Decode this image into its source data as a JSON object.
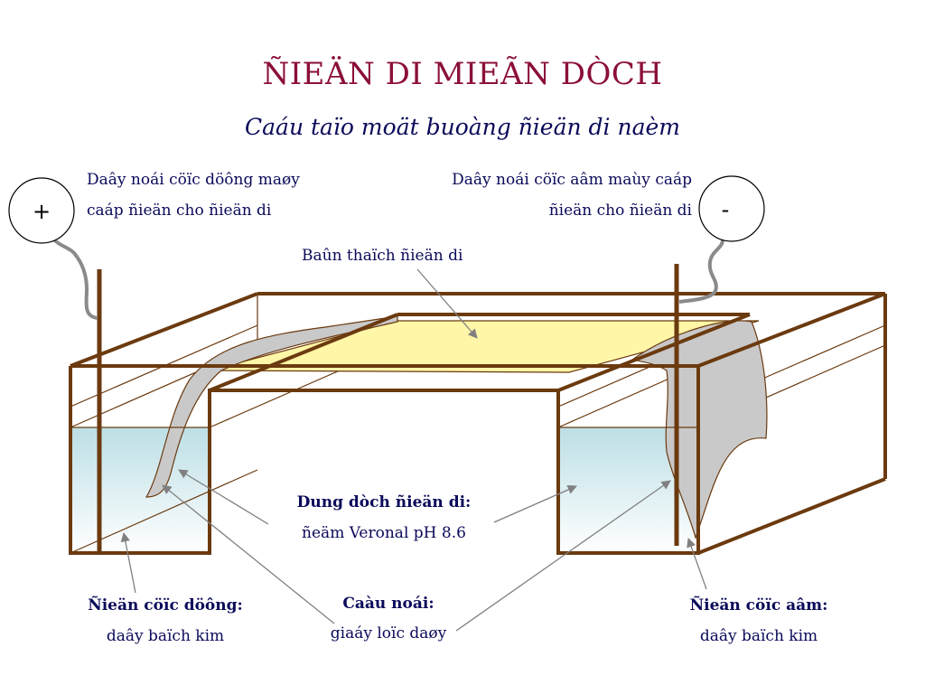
{
  "title": "ÑIEÄN DI MIEÃN DÒCH",
  "subtitle": "Caáu taïo moät buoàng ñieän di naèm",
  "positive_terminal": {
    "sign": "+"
  },
  "negative_terminal": {
    "sign": "-"
  },
  "labels": {
    "positive_wire": {
      "line1": "Daây noái cöïc döông maøy",
      "line2": "caáp ñieän cho ñieän di"
    },
    "negative_wire": {
      "line1": "Daây noái cöïc aâm maùy caáp",
      "line2": "ñieän cho ñieän di"
    },
    "plate": "Baûn thaïch ñieän di",
    "buffer": {
      "line1": "Dung dòch ñieän di:",
      "line2": "ñeäm Veronal pH 8.6"
    },
    "bridge": {
      "line1": "Caàu noái:",
      "line2": "giaáy loïc daøy"
    },
    "positive_electrode": {
      "line1": "Ñieän cöïc döông:",
      "line2": "daây baïch kim"
    },
    "negative_electrode": {
      "line1": "Ñieän cöïc aâm:",
      "line2": "daây baïch kim"
    }
  },
  "colors": {
    "frame": "#6b3a0f",
    "buffer_liquid": "#cfe9ee",
    "plate": "#fff6a8",
    "paper_bridge": "#c9c9c9",
    "wire": "#8a8a8a",
    "title": "#8b0f3a",
    "text": "#0a0a5a"
  }
}
